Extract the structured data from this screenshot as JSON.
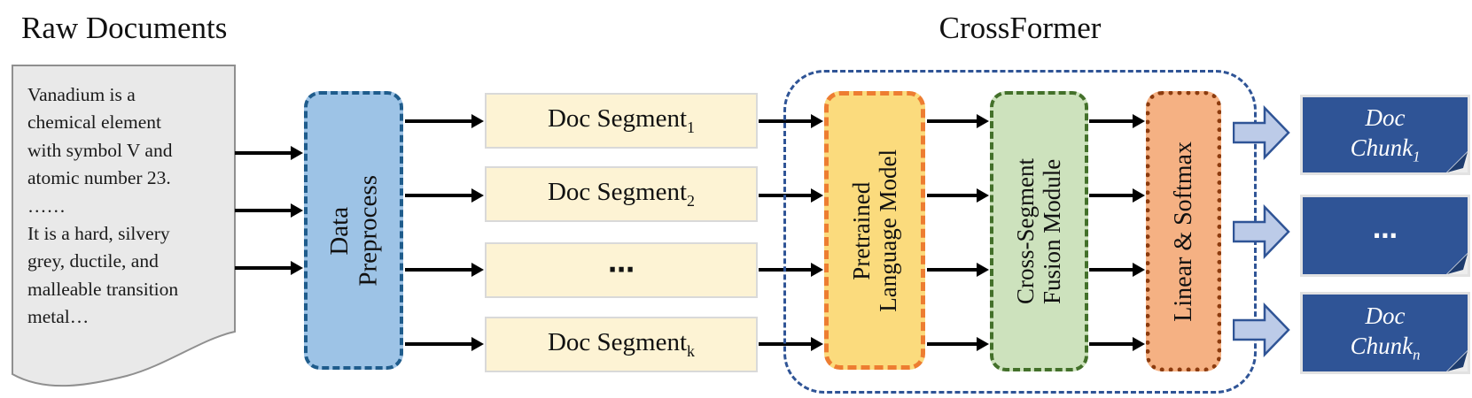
{
  "raw_documents": {
    "title": "Raw Documents",
    "text": "Vanadium is a\nchemical element\nwith symbol V and\natomic number 23.\n……\nIt is a hard, silvery\ngrey, ductile, and\nmalleable transition\nmetal…"
  },
  "preprocess": {
    "label": "Data\nPreprocess"
  },
  "segments": [
    {
      "base": "Doc Segment",
      "sub": "1"
    },
    {
      "base": "Doc Segment",
      "sub": "2"
    },
    {
      "base": "⋯",
      "sub": ""
    },
    {
      "base": "Doc Segment",
      "sub": "k"
    }
  ],
  "crossformer": {
    "title": "CrossFormer",
    "plm_label": "Pretrained\nLanguage Model",
    "fusion_label": "Cross-Segment\nFusion Module",
    "linear_label": "Linear & Softmax"
  },
  "chunks": [
    {
      "line1": "Doc",
      "line2": "Chunk",
      "sub": "1"
    },
    {
      "dots": "⋯"
    },
    {
      "line1": "Doc",
      "line2": "Chunk",
      "sub": "n"
    }
  ],
  "colors": {
    "preprocess_fill": "#9dc3e6",
    "preprocess_border": "#1f5c8c",
    "segment_fill": "#fdf3d4",
    "segment_border": "#d9d9d9",
    "plm_fill": "#fbdb7d",
    "plm_border": "#ed7d31",
    "fusion_fill": "#cde2bd",
    "fusion_border": "#43702a",
    "linear_fill": "#f5b183",
    "linear_border": "#8c3b0e",
    "crossformer_border": "#2f5496",
    "chunk_fill": "#2f5496",
    "chunk_text": "#ffffff",
    "block_arrow_fill": "#bccbe8",
    "block_arrow_border": "#2f5496",
    "document_fill": "#e9e9e9",
    "document_border": "#8f8f8f"
  }
}
